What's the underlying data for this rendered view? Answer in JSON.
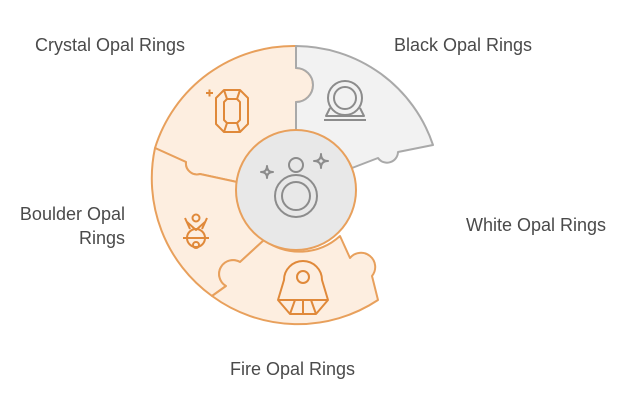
{
  "labels": {
    "crystal": "Crystal Opal Rings",
    "black": "Black Opal Rings",
    "boulder_line1": "Boulder Opal",
    "boulder_line2": "Rings",
    "white": "White Opal Rings",
    "fire": "Fire Opal Rings"
  },
  "colors": {
    "orange_stroke": "#e8a05c",
    "orange_fill": "#fdeee0",
    "gray_stroke": "#a9a9a9",
    "gray_fill": "#f2f2f2",
    "center_fill": "#e8e8e8",
    "icon_orange": "#e0893a",
    "icon_gray": "#8c8c8c"
  },
  "icons": {
    "crystal": "emerald-cut-gem-icon",
    "black": "ring-with-stone-icon",
    "boulder": "boulder-ring-icon",
    "fire": "faceted-gem-icon",
    "white": "empty-missing-piece",
    "center": "sparkling-ring-icon"
  }
}
